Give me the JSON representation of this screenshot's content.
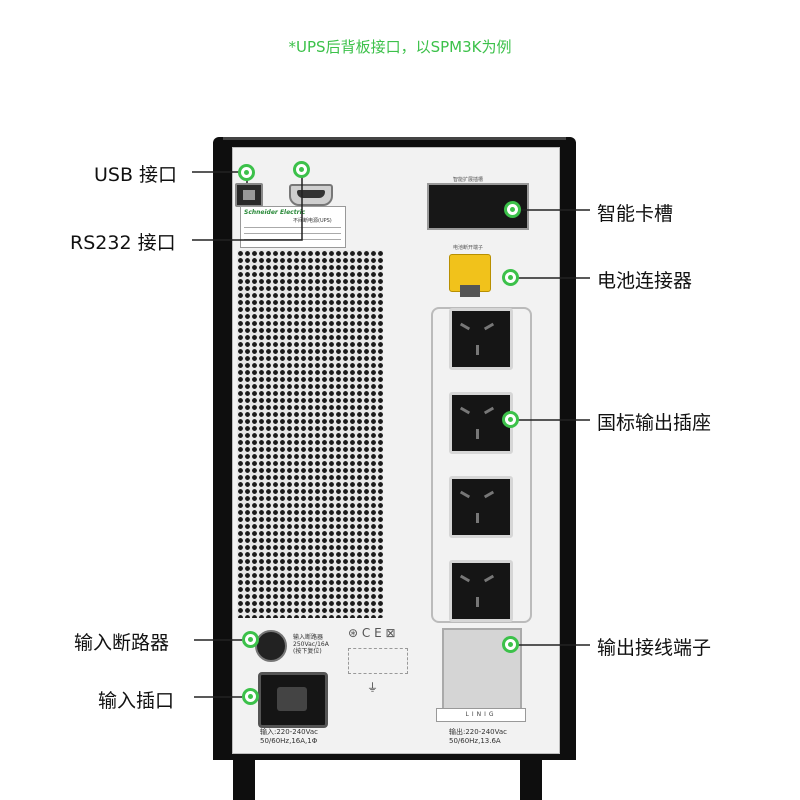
{
  "caption": "*UPS后背板接口，以SPM3K为例",
  "callouts": {
    "usb": "USB 接口",
    "rs232": "RS232 接口",
    "smart_slot": "智能卡槽",
    "battery_connector": "电池连接器",
    "gb_outlet": "国标输出插座",
    "input_breaker": "输入断路器",
    "output_terminal": "输出接线端子",
    "input_socket": "输入插口"
  },
  "device": {
    "label_brand": "Schneider Electric",
    "label_title": "不间断电源(UPS)",
    "slot_label": "智能扩展插槽",
    "battery_label": "电池断开端子",
    "breaker_text": "输入断路器\n250Vac/16A\n(按下复位)",
    "input_spec": "输入:220-240Vac\n50/60Hz,16A,1Φ",
    "output_spec": "输出:220-240Vac\n50/60Hz,13.6A",
    "terminal_text": "LINIG",
    "cert_marks": "⊛  C E  ⊠",
    "ground_symbol": "⏚"
  },
  "colors": {
    "accent": "#3cc14a",
    "body": "#0e0e0e",
    "panel": "#f2f2f2",
    "connector": "#f1c21b"
  }
}
